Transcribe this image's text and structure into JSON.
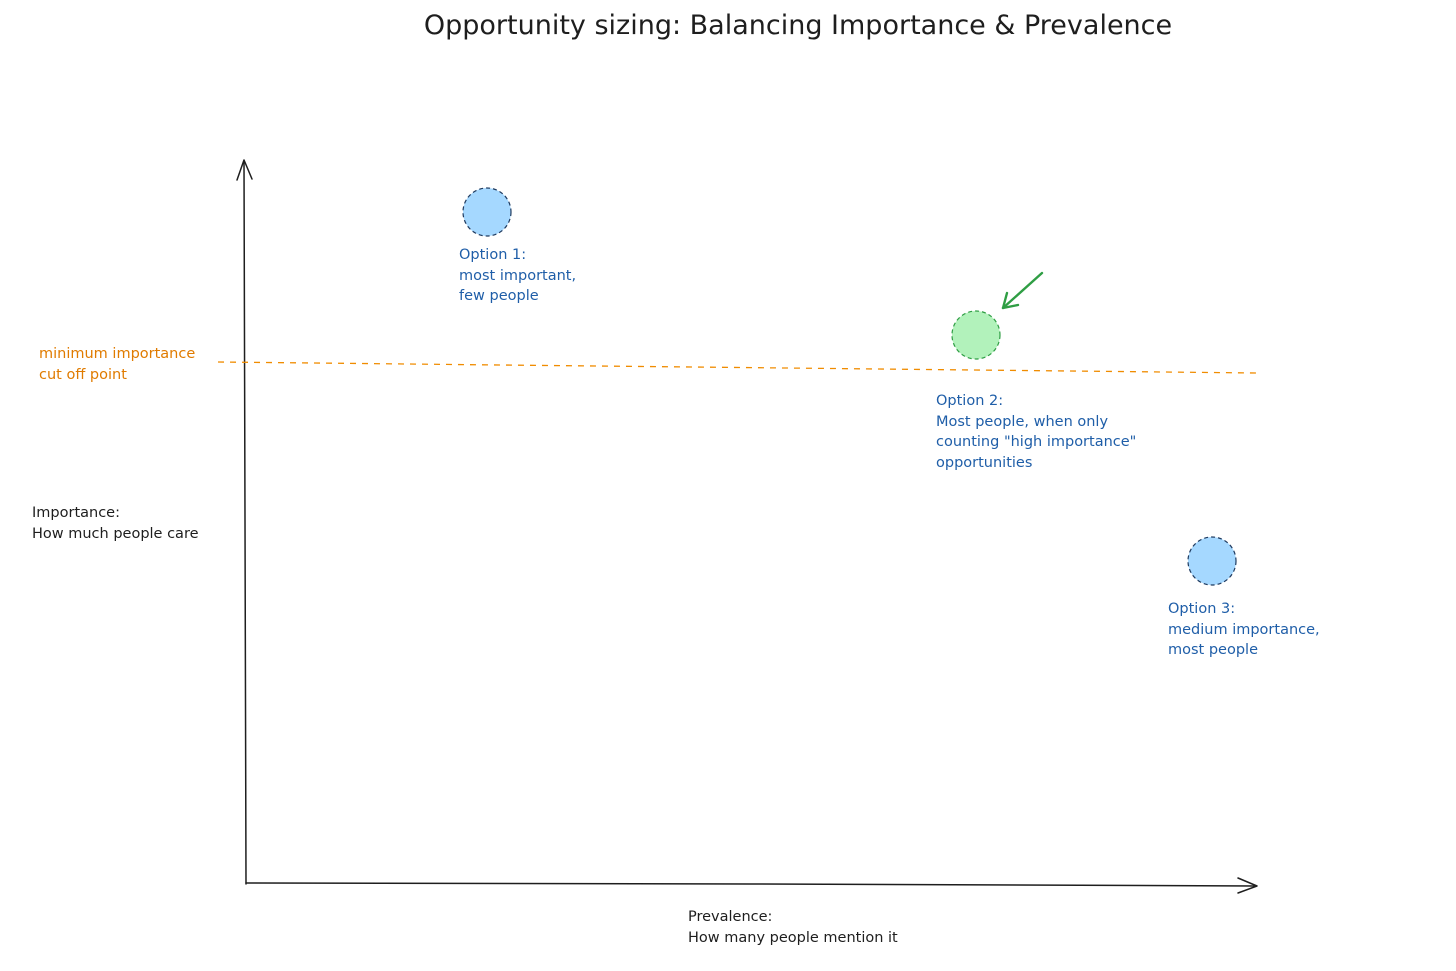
{
  "title": "Opportunity sizing: Balancing Importance & Prevalence",
  "y_axis_label": "Importance:\nHow much people care",
  "x_axis_label": "Prevalence:\nHow many people mention it",
  "threshold": {
    "label": "minimum importance\ncut off point",
    "color": "#f08c00"
  },
  "options": [
    {
      "id": "option-1",
      "label": "Option 1:\nmost important,\nfew people",
      "fill": "#a5d8ff",
      "stroke": "#1e3a5f",
      "highlighted": false
    },
    {
      "id": "option-2",
      "label": "Option 2:\nMost people, when only\ncounting \"high importance\"\nopportunities",
      "fill": "#b2f2bb",
      "stroke": "#2f9e44",
      "highlighted": true
    },
    {
      "id": "option-3",
      "label": "Option 3:\nmedium importance,\nmost people",
      "fill": "#a5d8ff",
      "stroke": "#1e3a5f",
      "highlighted": false
    }
  ],
  "colors": {
    "ink": "#1e1e1e",
    "label_blue": "#1f5ea8",
    "arrow_green": "#2f9e44"
  }
}
